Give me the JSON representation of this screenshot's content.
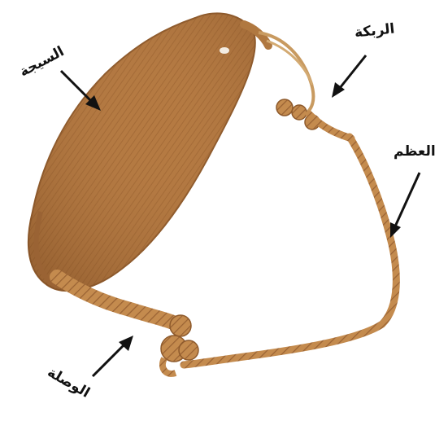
{
  "figure": {
    "background_color": "#ffffff",
    "object_colors": {
      "pouch": "#b57a42",
      "pouch_shadow": "#8e5a2c",
      "cord": "#c48b4e",
      "cord_dark": "#9a6334",
      "arrow": "#111111"
    }
  },
  "labels": {
    "pouch": "السيجة",
    "loop": "الربكة",
    "cord": "العظم",
    "knot": "الوصلة"
  }
}
